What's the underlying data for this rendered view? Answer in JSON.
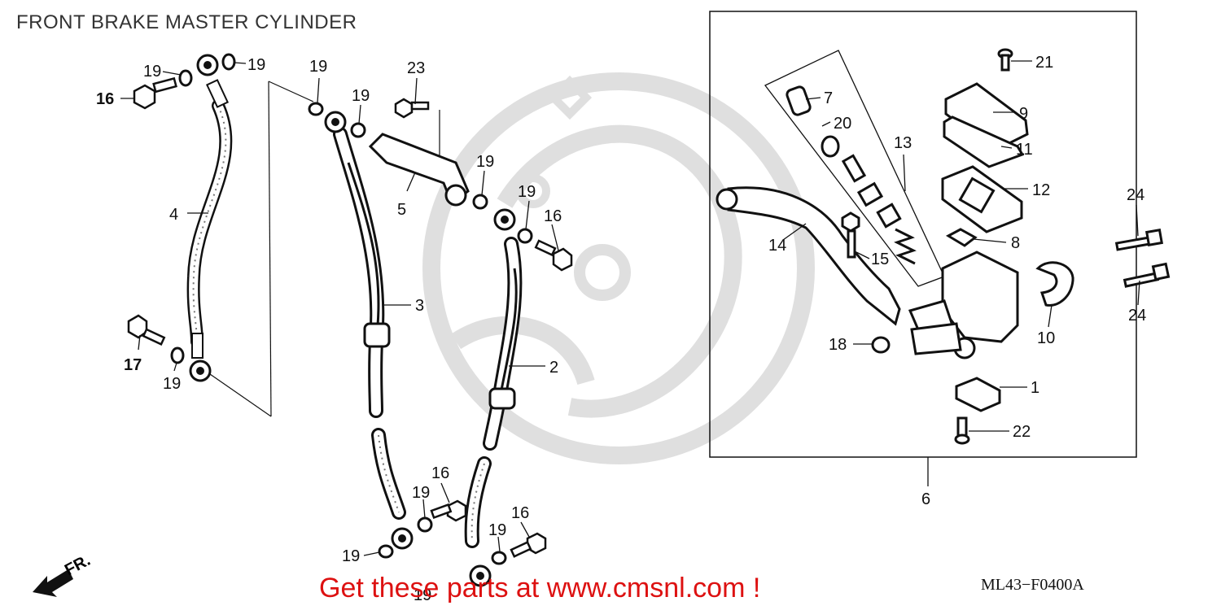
{
  "title": "FRONT BRAKE MASTER CYLINDER",
  "promo_text": "Get these parts at www.cmsnl.com !",
  "diagram_code": "ML43−F0400A",
  "direction_label": "FR.",
  "callouts": [
    {
      "id": "c1",
      "label": "1"
    },
    {
      "id": "c2",
      "label": "2"
    },
    {
      "id": "c3",
      "label": "3"
    },
    {
      "id": "c4",
      "label": "4"
    },
    {
      "id": "c5",
      "label": "5"
    },
    {
      "id": "c6",
      "label": "6"
    },
    {
      "id": "c7",
      "label": "7"
    },
    {
      "id": "c8",
      "label": "8"
    },
    {
      "id": "c9",
      "label": "9"
    },
    {
      "id": "c10",
      "label": "10"
    },
    {
      "id": "c11",
      "label": "11"
    },
    {
      "id": "c12",
      "label": "12"
    },
    {
      "id": "c13",
      "label": "13"
    },
    {
      "id": "c14",
      "label": "14"
    },
    {
      "id": "c15",
      "label": "15"
    },
    {
      "id": "c16a",
      "label": "16"
    },
    {
      "id": "c16b",
      "label": "16"
    },
    {
      "id": "c16c",
      "label": "16"
    },
    {
      "id": "c16d",
      "label": "16"
    },
    {
      "id": "c17",
      "label": "17"
    },
    {
      "id": "c18",
      "label": "18"
    },
    {
      "id": "c19a",
      "label": "19"
    },
    {
      "id": "c19b",
      "label": "19"
    },
    {
      "id": "c19c",
      "label": "19"
    },
    {
      "id": "c19d",
      "label": "19"
    },
    {
      "id": "c19e",
      "label": "19"
    },
    {
      "id": "c19f",
      "label": "19"
    },
    {
      "id": "c19g",
      "label": "19"
    },
    {
      "id": "c19h",
      "label": "19"
    },
    {
      "id": "c19i",
      "label": "19"
    },
    {
      "id": "c19j",
      "label": "19"
    },
    {
      "id": "c19k",
      "label": "19"
    },
    {
      "id": "c20",
      "label": "20"
    },
    {
      "id": "c21",
      "label": "21"
    },
    {
      "id": "c22",
      "label": "22"
    },
    {
      "id": "c23",
      "label": "23"
    },
    {
      "id": "c24a",
      "label": "24"
    },
    {
      "id": "c24b",
      "label": "24"
    }
  ]
}
